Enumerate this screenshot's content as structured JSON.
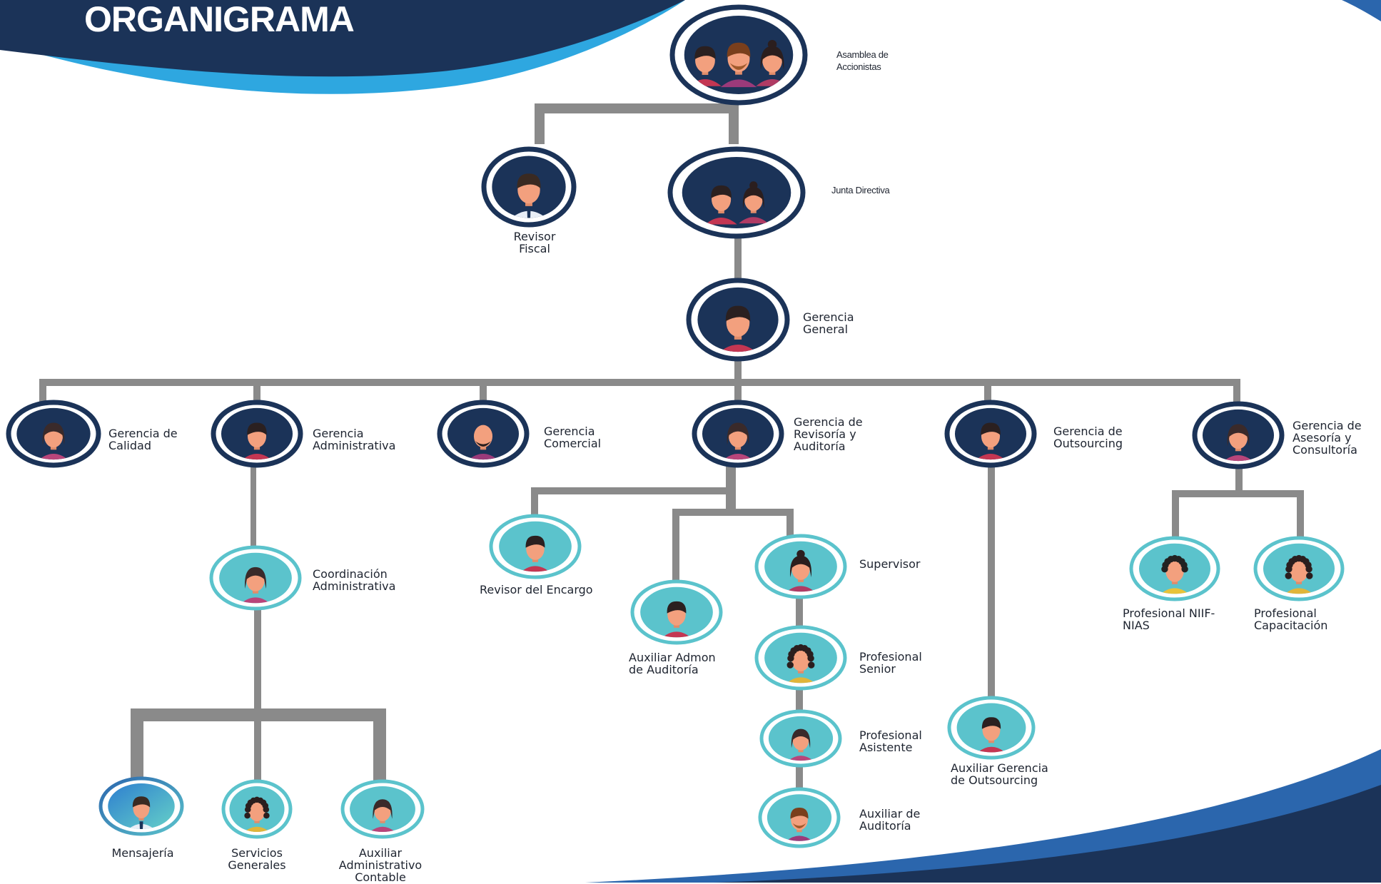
{
  "title": "ORGANIGRAMA",
  "colors": {
    "navy": "#1b3358",
    "blue_stroke": "#2b66ad",
    "sky": "#2ea7e0",
    "teal": "#5bc3cc",
    "connector": "#8a8a8a",
    "skin": "#f3a07e"
  },
  "nodes": [
    {
      "id": "asamblea",
      "label": "Asamblea de Accionistas",
      "lines": [
        "Asamblea de",
        "Accionistas"
      ],
      "icon": "three-people-icon"
    },
    {
      "id": "revisor-fiscal",
      "label": "Revisor Fiscal",
      "lines": [
        "Revisor",
        "Fiscal"
      ],
      "icon": "man-with-tie-icon"
    },
    {
      "id": "junta",
      "label": "Junta Directiva",
      "lines": [
        "Junta Directiva"
      ],
      "icon": "two-people-icon"
    },
    {
      "id": "gerencia-general",
      "label": "Gerencia General",
      "lines": [
        "Gerencia",
        "General"
      ],
      "icon": "man-icon"
    },
    {
      "id": "gerencia-calidad",
      "label": "Gerencia de Calidad",
      "lines": [
        "Gerencia de",
        "Calidad"
      ],
      "icon": "woman-icon"
    },
    {
      "id": "gerencia-administrativa",
      "label": "Gerencia Administrativa",
      "lines": [
        "Gerencia",
        "Administrativa"
      ],
      "icon": "man-icon"
    },
    {
      "id": "gerencia-comercial",
      "label": "Gerencia Comercial",
      "lines": [
        "Gerencia",
        "Comercial"
      ],
      "icon": "bald-man-icon"
    },
    {
      "id": "gerencia-revisoria",
      "label": "Gerencia de Revisoría y Auditoría",
      "lines": [
        "Gerencia de",
        "Revisoría y",
        "Auditoría"
      ],
      "icon": "woman-icon"
    },
    {
      "id": "gerencia-outsourcing",
      "label": "Gerencia de Outsourcing",
      "lines": [
        "Gerencia de",
        "Outsourcing"
      ],
      "icon": "man-icon"
    },
    {
      "id": "gerencia-asesoria",
      "label": "Gerencia de Asesoría y Consultoría",
      "lines": [
        "Gerencia de",
        "Asesoría y",
        "Consultoría"
      ],
      "icon": "woman-icon"
    },
    {
      "id": "coordinacion-administrativa",
      "label": "Coordinación Administrativa",
      "lines": [
        "Coordinación",
        "Administrativa"
      ],
      "icon": "woman-icon"
    },
    {
      "id": "revisor-encargo",
      "label": "Revisor del Encargo",
      "lines": [
        "Revisor del Encargo"
      ],
      "icon": "man-icon"
    },
    {
      "id": "supervisor",
      "label": "Supervisor",
      "lines": [
        "Supervisor"
      ],
      "icon": "woman-bun-icon"
    },
    {
      "id": "auxiliar-admon-auditoria",
      "label": "Auxiliar Admon de Auditoría",
      "lines": [
        "Auxiliar Admon",
        "de Auditoría"
      ],
      "icon": "man-icon"
    },
    {
      "id": "profesional-senior",
      "label": "Profesional Senior",
      "lines": [
        "Profesional",
        "Senior"
      ],
      "icon": "woman-curly-icon"
    },
    {
      "id": "profesional-asistente",
      "label": "Profesional Asistente",
      "lines": [
        "Profesional",
        "Asistente"
      ],
      "icon": "woman-icon"
    },
    {
      "id": "auxiliar-auditoria",
      "label": "Auxiliar de Auditoría",
      "lines": [
        "Auxiliar de",
        "Auditoría"
      ],
      "icon": "bearded-man-icon"
    },
    {
      "id": "auxiliar-outsourcing",
      "label": "Auxiliar Gerencia de Outsourcing",
      "lines": [
        "Auxiliar Gerencia",
        "de Outsourcing"
      ],
      "icon": "man-icon"
    },
    {
      "id": "profesional-niif",
      "label": "Profesional NIIF-NIAS",
      "lines": [
        "Profesional NIIF-",
        "NIAS"
      ],
      "icon": "man-curly-icon"
    },
    {
      "id": "profesional-capacitacion",
      "label": "Profesional Capacitación",
      "lines": [
        "Profesional",
        "Capacitación"
      ],
      "icon": "woman-curly-icon"
    },
    {
      "id": "mensajeria",
      "label": "Mensajería",
      "lines": [
        "Mensajería"
      ],
      "icon": "man-with-tie-icon"
    },
    {
      "id": "servicios-generales",
      "label": "Servicios Generales",
      "lines": [
        "Servicios",
        "Generales"
      ],
      "icon": "woman-curly-icon"
    },
    {
      "id": "auxiliar-contable",
      "label": "Auxiliar Administrativo Contable",
      "lines": [
        "Auxiliar",
        "Administrativo",
        "Contable"
      ],
      "icon": "woman-icon"
    }
  ],
  "relations": [
    [
      "asamblea",
      "revisor-fiscal"
    ],
    [
      "asamblea",
      "junta"
    ],
    [
      "junta",
      "gerencia-general"
    ],
    [
      "gerencia-general",
      "gerencia-calidad"
    ],
    [
      "gerencia-general",
      "gerencia-administrativa"
    ],
    [
      "gerencia-general",
      "gerencia-comercial"
    ],
    [
      "gerencia-general",
      "gerencia-revisoria"
    ],
    [
      "gerencia-general",
      "gerencia-outsourcing"
    ],
    [
      "gerencia-general",
      "gerencia-asesoria"
    ],
    [
      "gerencia-administrativa",
      "coordinacion-administrativa"
    ],
    [
      "coordinacion-administrativa",
      "mensajeria"
    ],
    [
      "coordinacion-administrativa",
      "servicios-generales"
    ],
    [
      "coordinacion-administrativa",
      "auxiliar-contable"
    ],
    [
      "gerencia-revisoria",
      "revisor-encargo"
    ],
    [
      "gerencia-revisoria",
      "auxiliar-admon-auditoria"
    ],
    [
      "gerencia-revisoria",
      "supervisor"
    ],
    [
      "supervisor",
      "profesional-senior"
    ],
    [
      "profesional-senior",
      "profesional-asistente"
    ],
    [
      "profesional-asistente",
      "auxiliar-auditoria"
    ],
    [
      "gerencia-outsourcing",
      "auxiliar-outsourcing"
    ],
    [
      "gerencia-asesoria",
      "profesional-niif"
    ],
    [
      "gerencia-asesoria",
      "profesional-capacitacion"
    ]
  ]
}
